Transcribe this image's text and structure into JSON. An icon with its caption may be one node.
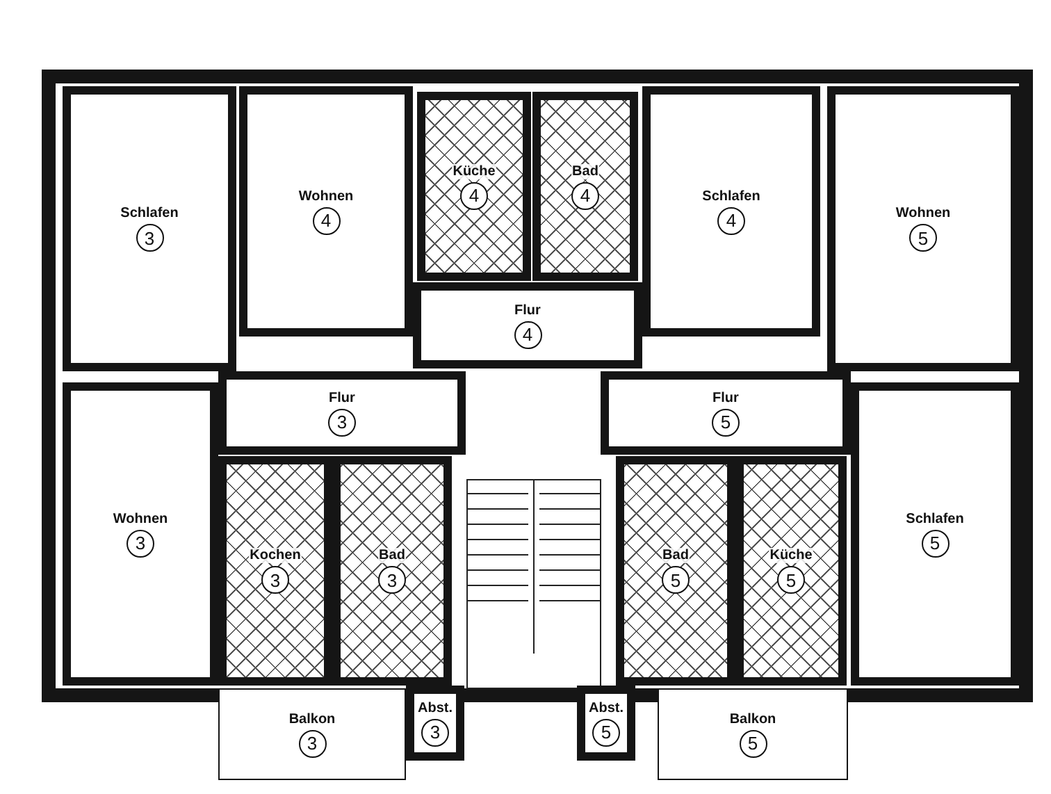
{
  "diagram": {
    "nodes": [
      {
        "text": [
          "Schlafen",
          "3"
        ]
      },
      {
        "text": [
          "Wohnen",
          "4"
        ]
      },
      {
        "text": [
          "Küche",
          "4"
        ]
      },
      {
        "text": [
          "Bad",
          "4"
        ]
      },
      {
        "text": [
          "Schlafen",
          "4"
        ]
      },
      {
        "text": [
          "Wohnen",
          "5"
        ]
      },
      {
        "text": [
          "Flur",
          "4"
        ]
      },
      {
        "text": [
          "Flur",
          "3"
        ]
      },
      {
        "text": [
          "Flur",
          "5"
        ]
      },
      {
        "text": [
          "Wohnen",
          "3"
        ]
      },
      {
        "text": [
          "Kochen",
          "3"
        ]
      },
      {
        "text": [
          "Bad",
          "3"
        ]
      },
      {
        "text": [
          "Bad",
          "5"
        ]
      },
      {
        "text": [
          "Küche",
          "5"
        ]
      },
      {
        "text": [
          "Schlafen",
          "5"
        ]
      },
      {
        "text": [
          "Balkon",
          "3"
        ]
      },
      {
        "text": [
          "Abst.",
          "3"
        ]
      },
      {
        "text": [
          "Abst.",
          "5"
        ]
      },
      {
        "text": [
          "Balkon",
          "5"
        ]
      }
    ],
    "edges": []
  }
}
